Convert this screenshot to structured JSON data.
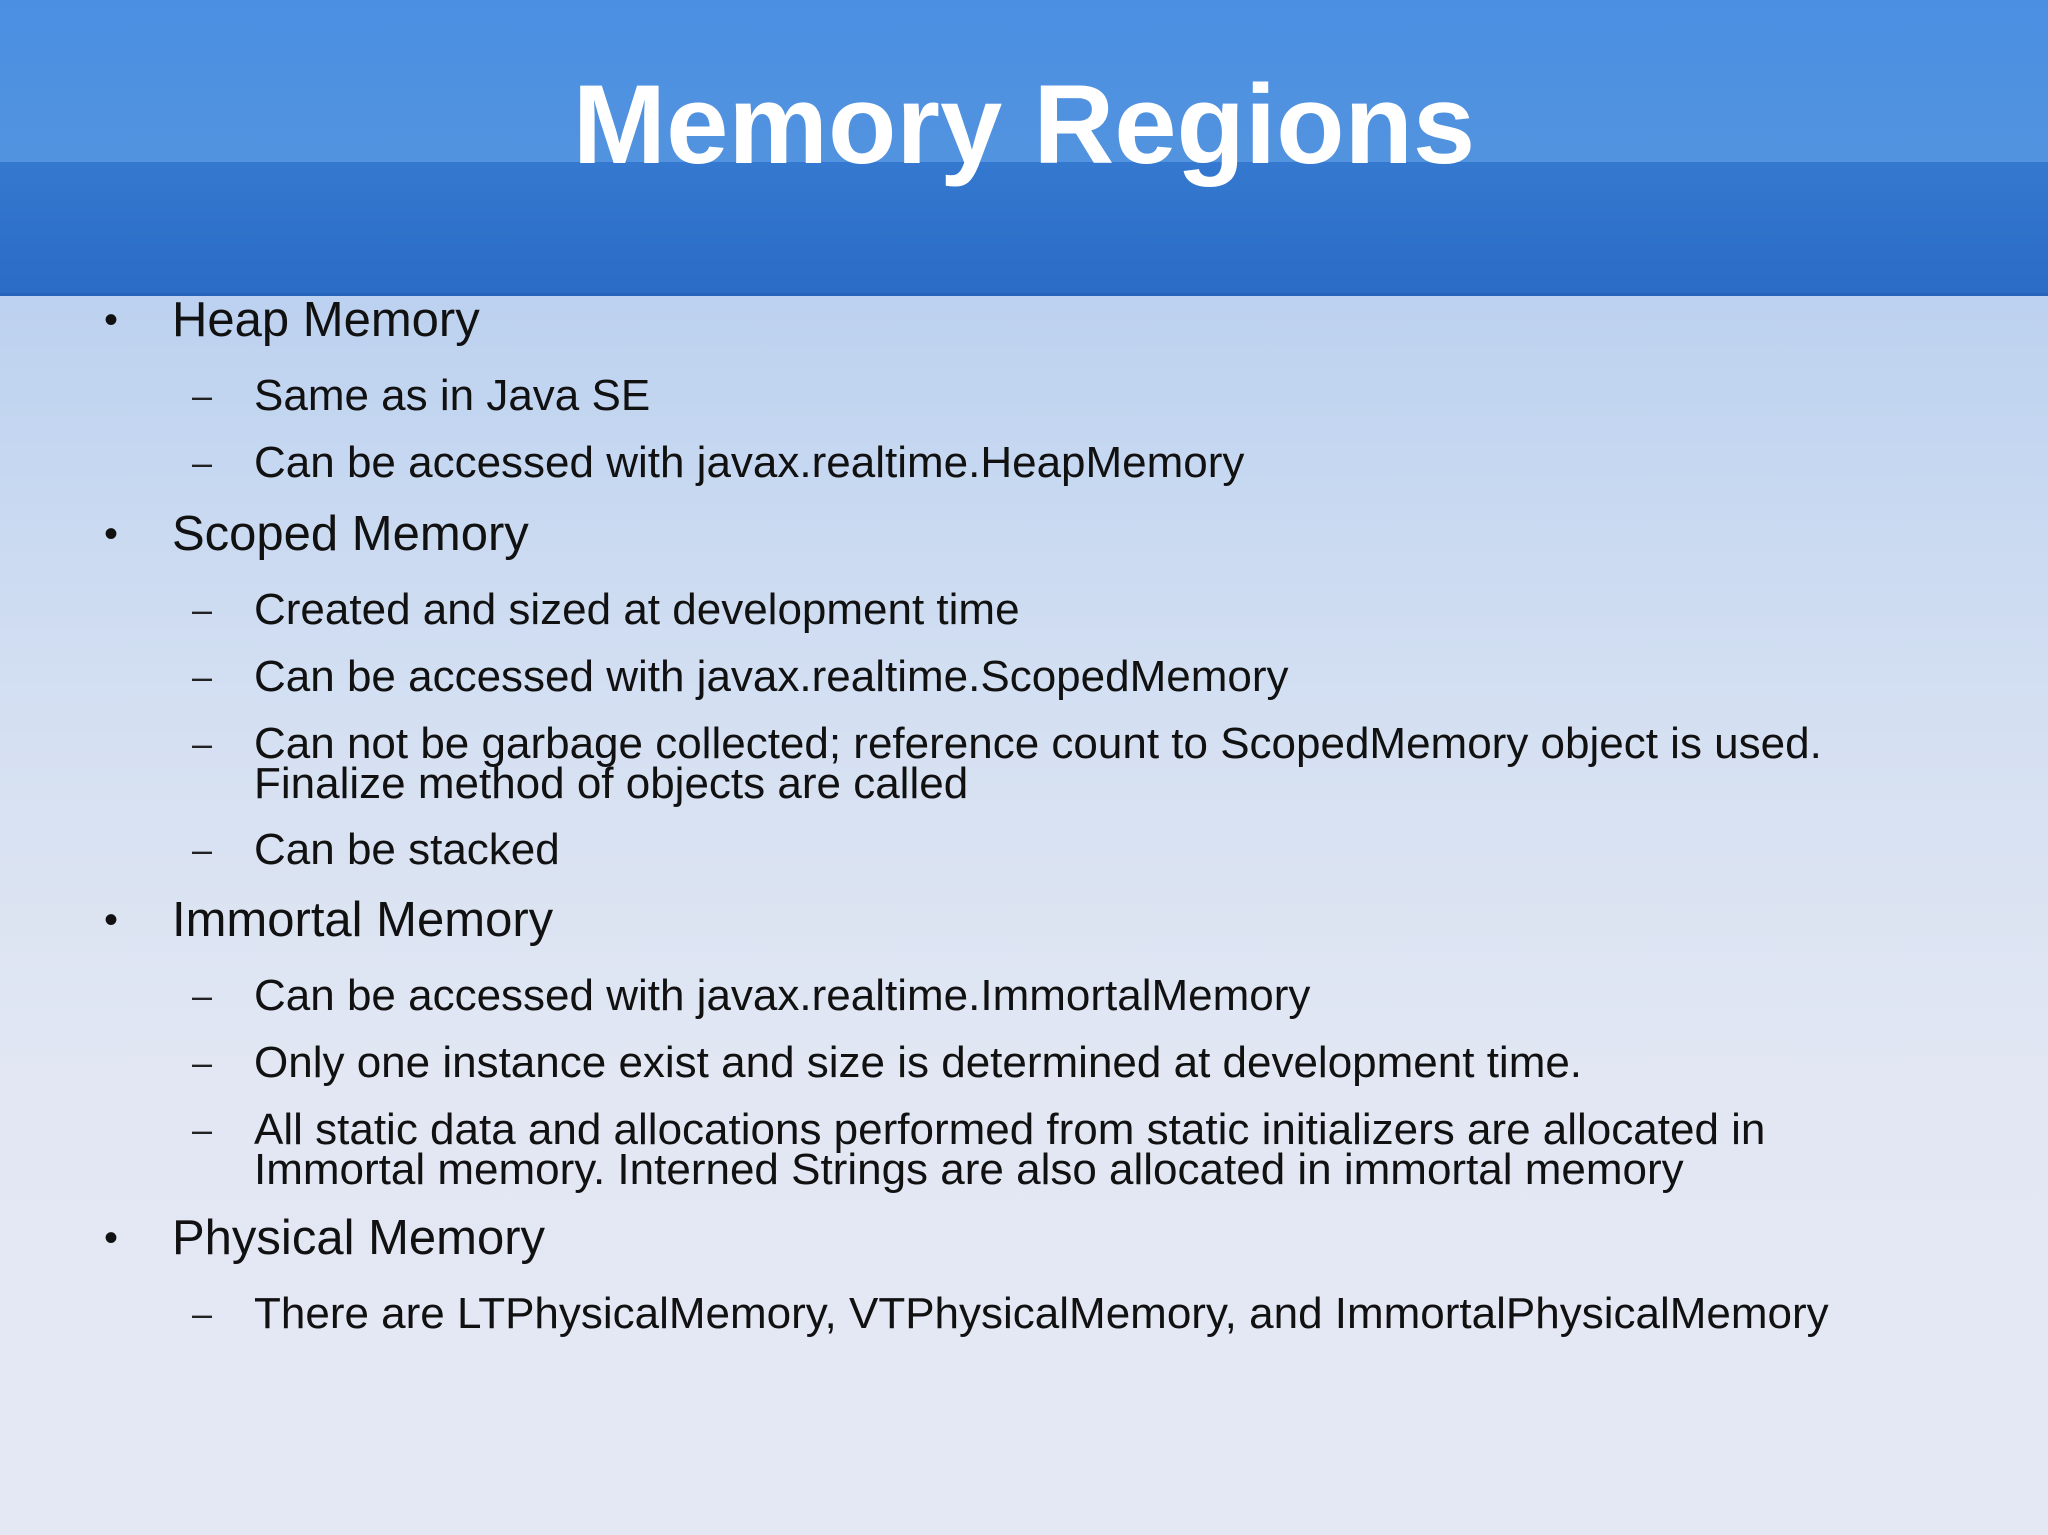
{
  "slide": {
    "title": "Memory Regions",
    "bullet_glyph": "•",
    "dash_glyph": "–",
    "sections": [
      {
        "heading": "Heap Memory",
        "items": [
          "Same as in Java SE",
          "Can be accessed with javax.realtime.HeapMemory"
        ]
      },
      {
        "heading": "Scoped Memory",
        "items": [
          "Created and sized at development time",
          "Can be accessed with javax.realtime.ScopedMemory",
          "Can not be garbage collected; reference count to ScopedMemory object is used. Finalize method of objects are called",
          "Can be stacked"
        ]
      },
      {
        "heading": "Immortal Memory",
        "items": [
          "Can be accessed with javax.realtime.ImmortalMemory",
          "Only one instance exist and size is determined at development time.",
          "All static data and allocations performed from static initializers are allocated in Immortal memory. Interned Strings are also allocated in immortal memory"
        ]
      },
      {
        "heading": "Physical Memory",
        "items": [
          "There are LTPhysicalMemory, VTPhysicalMemory, and ImmortalPhysicalMemory"
        ]
      }
    ]
  },
  "colors": {
    "header_top": "#4a8fe2",
    "header_band": "#2a6cc6",
    "title_text": "#ffffff",
    "body_text": "#111111",
    "background_top": "#a9c5ec",
    "background_bottom": "#e4e8f4"
  }
}
